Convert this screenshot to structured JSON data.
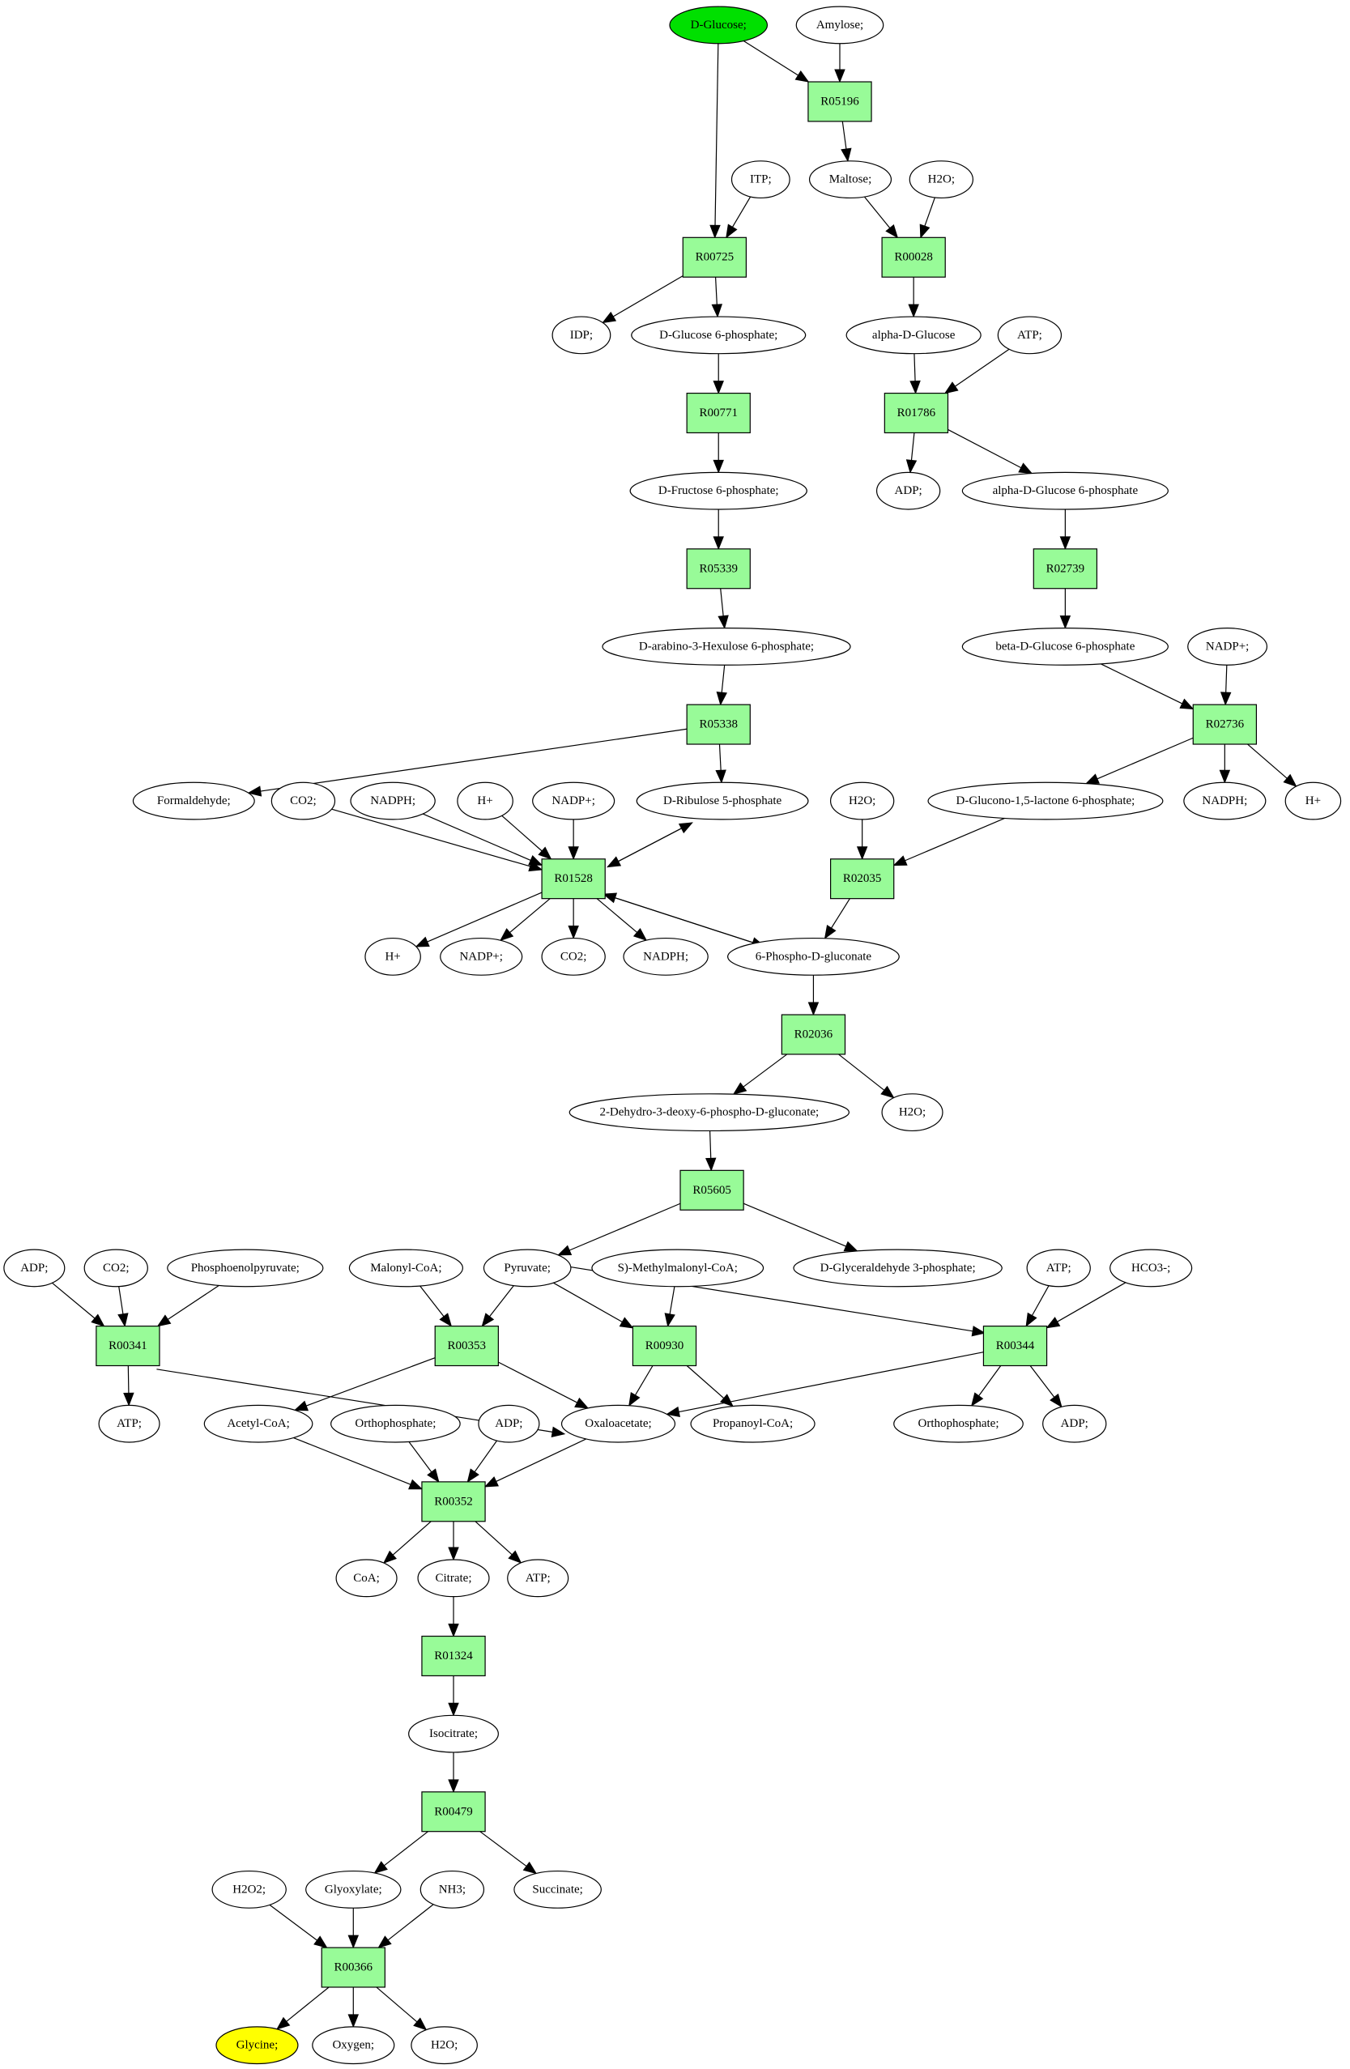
{
  "colors": {
    "reaction_fill": "#98fb98",
    "metabolite_fill": "#ffffff",
    "source_fill": "#00e000",
    "target_fill": "#ffff00",
    "stroke": "#000000"
  },
  "metabolites": {
    "dglucose_top": "D-Glucose;",
    "amylose": "Amylose;",
    "itp": "ITP;",
    "maltose": "Maltose;",
    "h2o_a": "H2O;",
    "idp": "IDP;",
    "dglucose6p": "D-Glucose 6-phosphate;",
    "alphadglucose": "alpha-D-Glucose",
    "atp_a": "ATP;",
    "adp_a": "ADP;",
    "alphadglucose6p": "alpha-D-Glucose 6-phosphate",
    "dfructose6p": "D-Fructose 6-phosphate;",
    "darabino": "D-arabino-3-Hexulose 6-phosphate;",
    "betadglucose6p": "beta-D-Glucose 6-phosphate",
    "nadp_a": "NADP+;",
    "formaldehyde": "Formaldehyde;",
    "co2_a": "CO2;",
    "nadph_a": "NADPH;",
    "hplus_a": "H+",
    "nadp_b": "NADP+;",
    "dribulose5p": "D-Ribulose 5-phosphate",
    "h2o_b": "H2O;",
    "dglucono": "D-Glucono-1,5-lactone 6-phosphate;",
    "nadph_b": "NADPH;",
    "hplus_b": "H+",
    "hplus_c": "H+",
    "nadp_c": "NADP+;",
    "co2_b": "CO2;",
    "nadph_c": "NADPH;",
    "phosphogluconate": "6-Phospho-D-gluconate",
    "dehydro": "2-Dehydro-3-deoxy-6-phospho-D-gluconate;",
    "h2o_c": "H2O;",
    "adp_b": "ADP;",
    "co2_c": "CO2;",
    "pep": "Phosphoenolpyruvate;",
    "malonylcoa": "Malonyl-CoA;",
    "pyruvate": "Pyruvate;",
    "methylmalonyl": "S)-Methylmalonyl-CoA;",
    "dglyceraldehyde": "D-Glyceraldehyde 3-phosphate;",
    "atp_b": "ATP;",
    "hco3": "HCO3-;",
    "atp_c": "ATP;",
    "acetylcoa": "Acetyl-CoA;",
    "orthophosphate_a": "Orthophosphate;",
    "adp_c": "ADP;",
    "oxaloacetate": "Oxaloacetate;",
    "propanoylcoa": "Propanoyl-CoA;",
    "orthophosphate_b": "Orthophosphate;",
    "adp_d": "ADP;",
    "coa": "CoA;",
    "citrate": "Citrate;",
    "atp_d": "ATP;",
    "isocitrate": "Isocitrate;",
    "h2o2": "H2O2;",
    "glyoxylate": "Glyoxylate;",
    "nh3": "NH3;",
    "succinate": "Succinate;",
    "glycine": "Glycine;",
    "oxygen": "Oxygen;",
    "h2o_d": "H2O;"
  },
  "reactions": {
    "R05196": "R05196",
    "R00725": "R00725",
    "R00028": "R00028",
    "R00771": "R00771",
    "R01786": "R01786",
    "R05339": "R05339",
    "R02739": "R02739",
    "R05338": "R05338",
    "R02736": "R02736",
    "R01528": "R01528",
    "R02035": "R02035",
    "R02036": "R02036",
    "R05605": "R05605",
    "R00341": "R00341",
    "R00353": "R00353",
    "R00930": "R00930",
    "R00344": "R00344",
    "R00352": "R00352",
    "R01324": "R01324",
    "R00479": "R00479",
    "R00366": "R00366"
  }
}
